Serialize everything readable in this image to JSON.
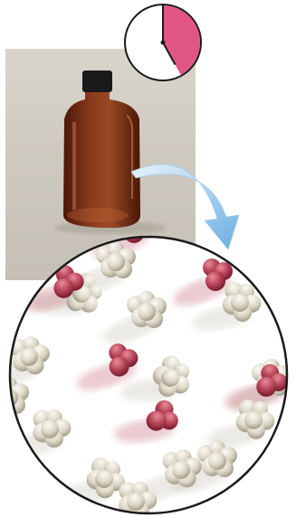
{
  "figure": {
    "clock": {
      "face_color": "#ffffff",
      "elapsed_color": "#e05585",
      "elapsed_fraction": 0.42
    },
    "bottle": {
      "liquid_color": "#7a2a14",
      "cap_color": "#1a1a1a"
    },
    "arrow": {
      "color": "#8ec3e8"
    },
    "magnified_view": {
      "border_color": "#1a1a1a",
      "background": "#ffffff",
      "colored_molecule_color": "#b8455a",
      "solvent_molecule_color": "#ddd8c8",
      "colored_molecule_count": 6,
      "solvent_molecule_count": 14
    }
  }
}
